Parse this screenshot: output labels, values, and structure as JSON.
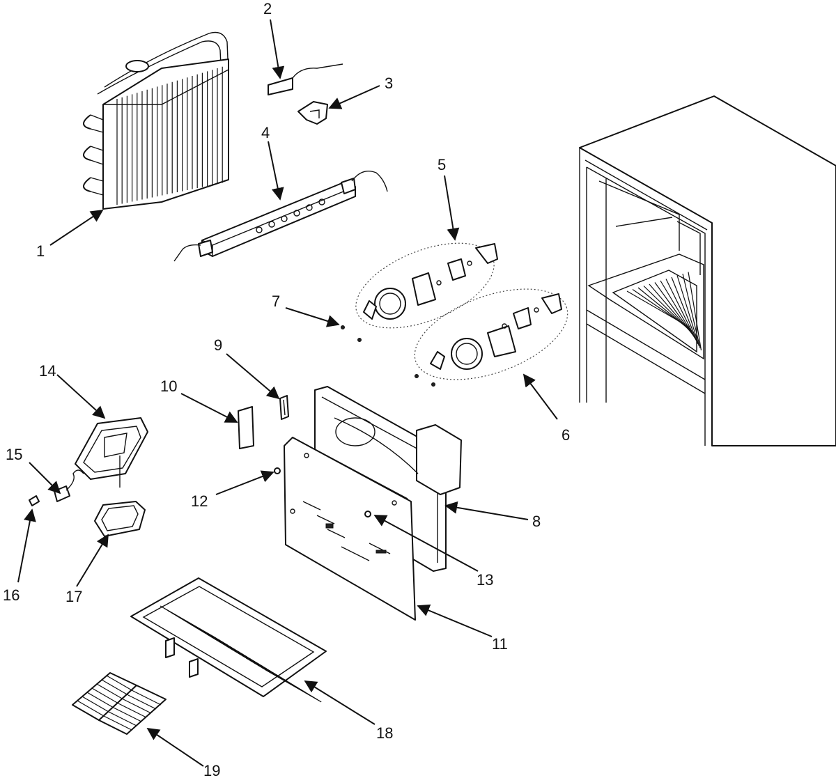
{
  "callouts": [
    {
      "id": "1",
      "label": "1"
    },
    {
      "id": "2",
      "label": "2"
    },
    {
      "id": "3",
      "label": "3"
    },
    {
      "id": "4",
      "label": "4"
    },
    {
      "id": "5",
      "label": "5"
    },
    {
      "id": "6",
      "label": "6"
    },
    {
      "id": "7",
      "label": "7"
    },
    {
      "id": "8",
      "label": "8"
    },
    {
      "id": "9",
      "label": "9"
    },
    {
      "id": "10",
      "label": "10"
    },
    {
      "id": "11",
      "label": "11"
    },
    {
      "id": "12",
      "label": "12"
    },
    {
      "id": "13",
      "label": "13"
    },
    {
      "id": "14",
      "label": "14"
    },
    {
      "id": "15",
      "label": "15"
    },
    {
      "id": "16",
      "label": "16"
    },
    {
      "id": "17",
      "label": "17"
    },
    {
      "id": "18",
      "label": "18"
    },
    {
      "id": "19",
      "label": "19"
    }
  ],
  "colors": {
    "line": "#111111",
    "background": "#ffffff"
  }
}
